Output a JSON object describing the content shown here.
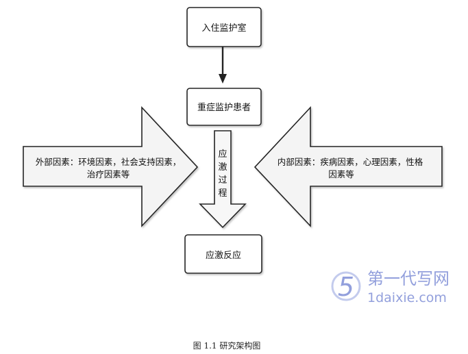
{
  "diagram": {
    "top_box": "入住监护室",
    "patient_box": "重症监护患者",
    "bottom_box": "应激反应",
    "center_arrow_chars": [
      "应",
      "激",
      "过",
      "程"
    ],
    "left_arrow": {
      "line1": "外部因素：环境因素，社会支持因素，",
      "line2": "治疗因素等"
    },
    "right_arrow": {
      "line1": "内部因素：疾病因素，心理因素，性格",
      "line2": "因素等"
    }
  },
  "watermark": {
    "logo_char": "5",
    "name": "第一代写网",
    "url": "1daixie.com"
  },
  "caption": "图 1.1  研究架构图",
  "colors": {
    "stroke": "#222222",
    "box_fill": "#ffffff",
    "arrow_fill": "#f4f4f4",
    "watermark": "#7f8fd6"
  }
}
